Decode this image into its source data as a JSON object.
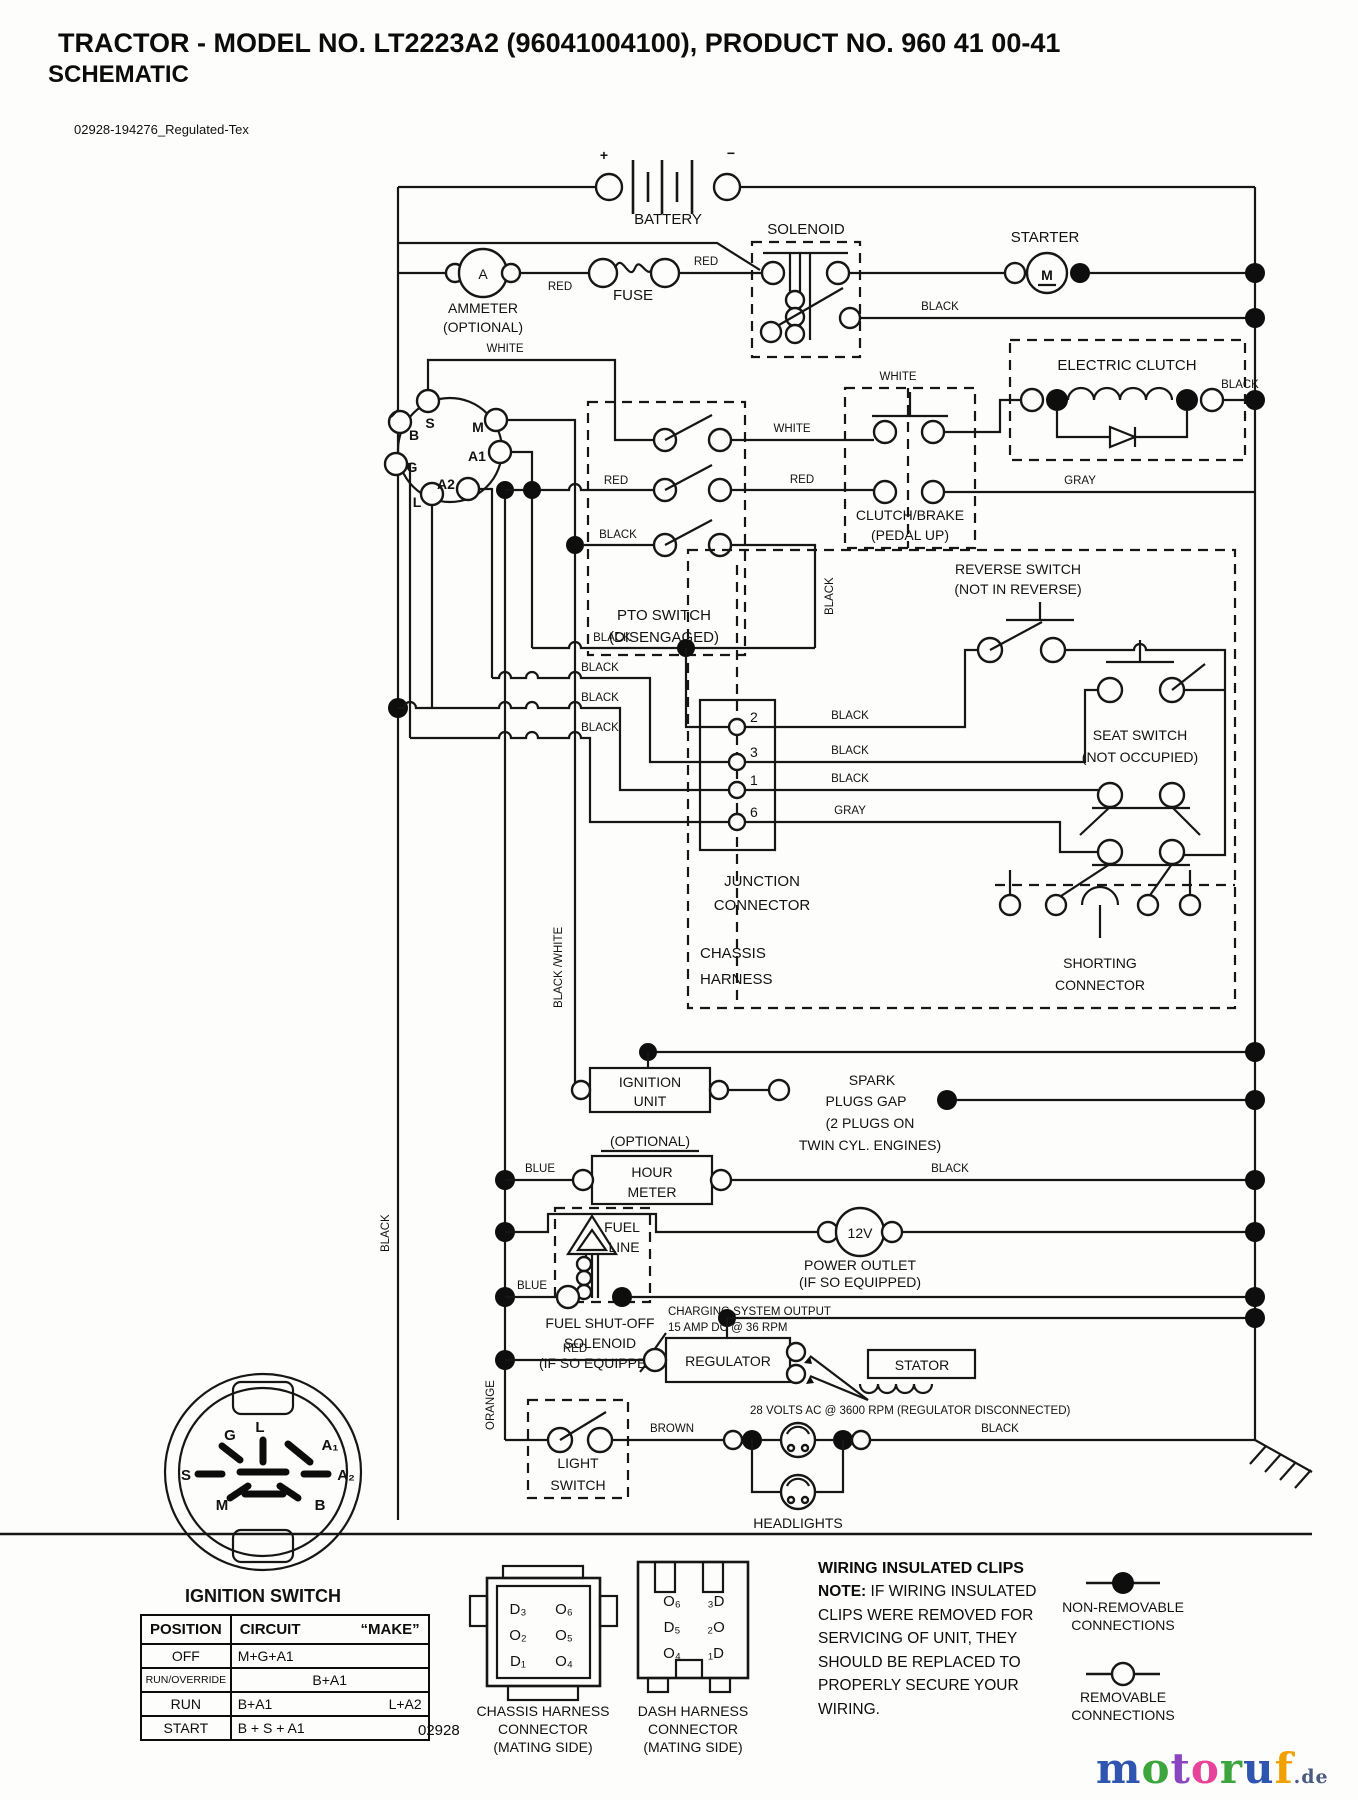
{
  "header": {
    "title": "TRACTOR - MODEL NO. LT2223A2 (96041004100), PRODUCT NO. 960 41 00-41",
    "subtitle": "SCHEMATIC",
    "doc_code": "02928-194276_Regulated-Tex"
  },
  "wire_labels": {
    "black": "BLACK",
    "red": "RED",
    "white": "WHITE",
    "gray": "GRAY",
    "blue": "BLUE",
    "brown": "BROWN",
    "orange": "ORANGE",
    "black_white": "BLACK /WHITE"
  },
  "components": {
    "battery": "BATTERY",
    "plus": "+",
    "minus": "−",
    "ammeter": "AMMETER",
    "ammeter_opt": "(OPTIONAL)",
    "ammeter_a": "A",
    "fuse": "FUSE",
    "solenoid": "SOLENOID",
    "starter": "STARTER",
    "starter_m": "M",
    "electric_clutch": "ELECTRIC CLUTCH",
    "terminals": {
      "s": "S",
      "b": "B",
      "m": "M",
      "g": "G",
      "a1": "A1",
      "a2": "A2",
      "l": "L"
    },
    "pto1": "PTO SWITCH",
    "pto2": "(DISENGAGED)",
    "cb1": "CLUTCH/BRAKE",
    "cb2": "(PEDAL UP)",
    "rev1": "REVERSE SWITCH",
    "rev2": "(NOT IN REVERSE)",
    "seat1": "SEAT SWITCH",
    "seat2": "(NOT OCCUPIED)",
    "junction1": "JUNCTION",
    "junction2": "CONNECTOR",
    "chassis1": "CHASSIS",
    "chassis2": "HARNESS",
    "short1": "SHORTING",
    "short2": "CONNECTOR",
    "pins": {
      "p2": "2",
      "p3": "3",
      "p1": "1",
      "p6": "6"
    },
    "ign_unit1": "IGNITION",
    "ign_unit2": "UNIT",
    "spark1": "SPARK",
    "spark2": "PLUGS GAP",
    "spark3": "(2 PLUGS ON",
    "spark4": "TWIN CYL. ENGINES)",
    "optional": "(OPTIONAL)",
    "hour1": "HOUR",
    "hour2": "METER",
    "twelve_v": "12V",
    "power1": "POWER OUTLET",
    "power2": "(IF SO EQUIPPED)",
    "fuel1": "FUEL",
    "fuel2": "LINE",
    "fso1": "FUEL SHUT-OFF",
    "fso2": "SOLENOID",
    "fso3": "(IF SO EQUIPPED)",
    "charging1": "CHARGING SYSTEM OUTPUT",
    "charging2": "15 AMP DC @ 36 RPM",
    "regulator": "REGULATOR",
    "stator": "STATOR",
    "volts28": "28 VOLTS AC @ 3600 RPM (REGULATOR DISCONNECTED)",
    "light1": "LIGHT",
    "light2": "SWITCH",
    "headlights": "HEADLIGHTS"
  },
  "ignition_face": {
    "title": "IGNITION SWITCH",
    "g": "G",
    "l": "L",
    "a1": "A₁",
    "a2": "A₂",
    "s": "S",
    "m": "M",
    "b": "B"
  },
  "ignition_table": {
    "h_position": "POSITION",
    "h_circuit": "CIRCUIT",
    "h_make": "“MAKE”",
    "rows": [
      {
        "pos": "OFF",
        "c1": "M+G+A1",
        "c2": ""
      },
      {
        "pos": "RUN/OVERRIDE",
        "c1": "B+A1",
        "c2": ""
      },
      {
        "pos": "RUN",
        "c1": "B+A1",
        "c2": "L+A2"
      },
      {
        "pos": "START",
        "c1": "B + S + A1",
        "c2": ""
      }
    ],
    "code": "02928"
  },
  "connectors": {
    "chassis": {
      "p1": "D₃",
      "p2": "O₆",
      "p3": "O₂",
      "p4": "O₅",
      "p5": "D₁",
      "p6": "O₄",
      "l1": "CHASSIS HARNESS",
      "l2": "CONNECTOR",
      "l3": "(MATING SIDE)"
    },
    "dash": {
      "p1": "O₆",
      "p2": "₃D",
      "p3": "D₅",
      "p4": "₂O",
      "p5": "O₄",
      "p6": "₁D",
      "l1": "DASH HARNESS",
      "l2": "CONNECTOR",
      "l3": "(MATING SIDE)"
    }
  },
  "note": {
    "heading": "WIRING INSULATED CLIPS",
    "bold": "NOTE:",
    "body": " IF WIRING INSULATED CLIPS WERE REMOVED FOR SERVICING OF UNIT, THEY SHOULD BE REPLACED TO PROPERLY SECURE YOUR WIRING."
  },
  "legend": {
    "nr1": "NON-REMOVABLE",
    "nr2": "CONNECTIONS",
    "r1": "REMOVABLE",
    "r2": "CONNECTIONS"
  },
  "watermark": {
    "letters": [
      {
        "ch": "m",
        "style": "color:#2f55b0"
      },
      {
        "ch": "o",
        "style": "color:#3da53d"
      },
      {
        "ch": "t",
        "style": "color:#8a46c0"
      },
      {
        "ch": "o",
        "style": "color:#e8439a"
      },
      {
        "ch": "r",
        "style": "color:#3da53d"
      },
      {
        "ch": "u",
        "style": "color:#2f55b0"
      },
      {
        "ch": "f",
        "style": "color:#f0a000"
      }
    ],
    "suffix": ".de",
    "suffix_color": "#4a5a80"
  }
}
